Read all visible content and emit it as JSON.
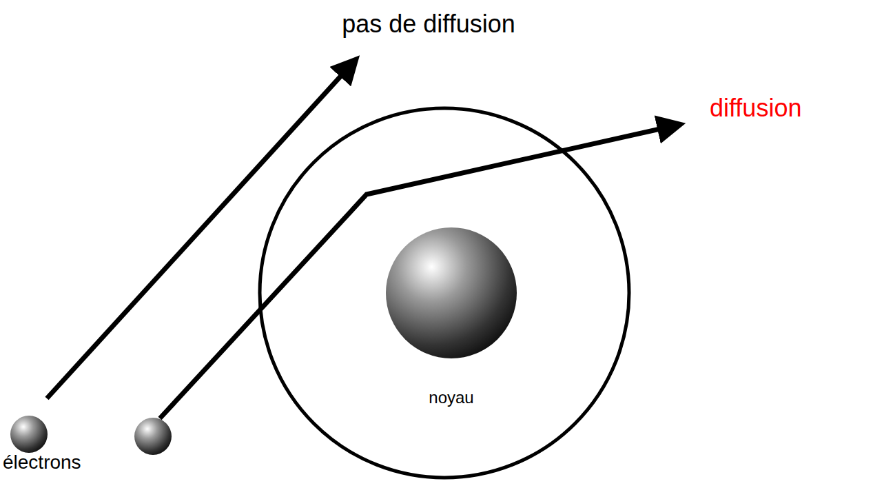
{
  "diagram": {
    "nodes": [
      {
        "text": [
          "noyau"
        ]
      }
    ],
    "labels": [
      "pas de diffusion",
      "diffusion",
      "électrons"
    ]
  }
}
